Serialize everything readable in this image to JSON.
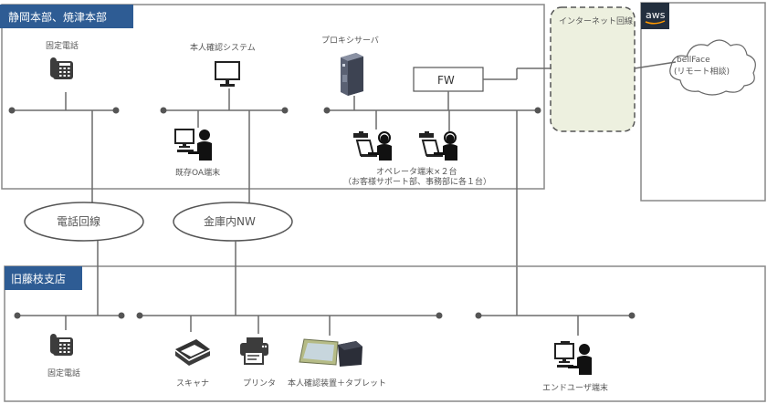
{
  "sections": {
    "headquarters": {
      "title": "静岡本部、焼津本部"
    },
    "branch": {
      "title": "旧藤枝支店"
    },
    "internet": {
      "title": "インターネット回線"
    },
    "aws": {
      "logo_text": "aws"
    }
  },
  "headquarters_nodes": {
    "phone": "固定電話",
    "identity_system": "本人確認システム",
    "proxy_server": "プロキシサーバ",
    "firewall": "FW",
    "existing_oa_terminal": "既存OA端末",
    "operator_terminal_line1": "オペレータ端末×２台",
    "operator_terminal_line2": "（お客様サポート部、事務部に各１台）"
  },
  "cloud": {
    "line1": "bellFace",
    "line2": "(リモート相談)"
  },
  "networks": {
    "phone_line": "電話回線",
    "vault_nw": "金庫内NW"
  },
  "branch_nodes": {
    "phone": "固定電話",
    "scanner": "スキャナ",
    "printer": "プリンタ",
    "id_device_tablet": "本人確認装置＋タブレット",
    "end_user_terminal": "エンドユーザ端末"
  },
  "colors": {
    "section_header": "#2e5c94",
    "line": "#6b6b6b",
    "internet_fill": "#edf0df",
    "aws_bg": "#232f3e",
    "aws_smile": "#ff9900"
  }
}
